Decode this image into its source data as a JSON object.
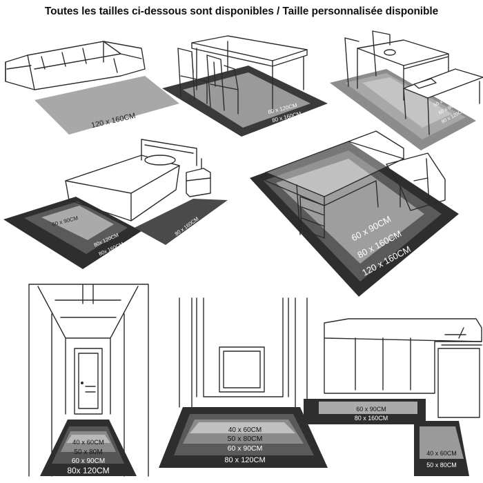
{
  "title": "Toutes les tailles ci-dessous sont disponibles / Taille personnalisée disponible",
  "scenes": {
    "living_room": {
      "sizes": [
        "120 x 160CM"
      ]
    },
    "dining_room": {
      "sizes": [
        "80 x 120CM",
        "80 x 160CM"
      ]
    },
    "dining_bench": {
      "sizes": [
        "50 x 80CM",
        "60 x 90CM",
        "80 x 120CM"
      ]
    },
    "bedroom": {
      "left_sizes": [
        "60 x 90CM",
        "80x 120CM",
        "80x 160CM"
      ],
      "right_sizes": [
        "80 x 160CM",
        "120 x 160CM"
      ]
    },
    "office": {
      "sizes": [
        "60 x 90CM",
        "80 x 160CM",
        "120 x 160CM"
      ]
    },
    "hallway": {
      "sizes": [
        "40 x 60CM",
        "50 x 80M",
        "60 x 90CM",
        "80x 120CM"
      ]
    },
    "entrance": {
      "sizes": [
        "40 x 60CM",
        "50 x 80CM",
        "60 x 90CM",
        "80 x 120CM"
      ]
    },
    "kitchen": {
      "top_sizes": [
        "60 x 90CM",
        "80 x 160CM"
      ],
      "side_sizes": [
        "40 x 60CM",
        "50 x 80CM"
      ]
    }
  },
  "colors": {
    "rug_dark": "#2b2b2b",
    "rug_mid": "#555555",
    "rug_light": "#8a8a8a",
    "rug_pale": "#b9b9b9",
    "line": "#2a2a2a"
  }
}
